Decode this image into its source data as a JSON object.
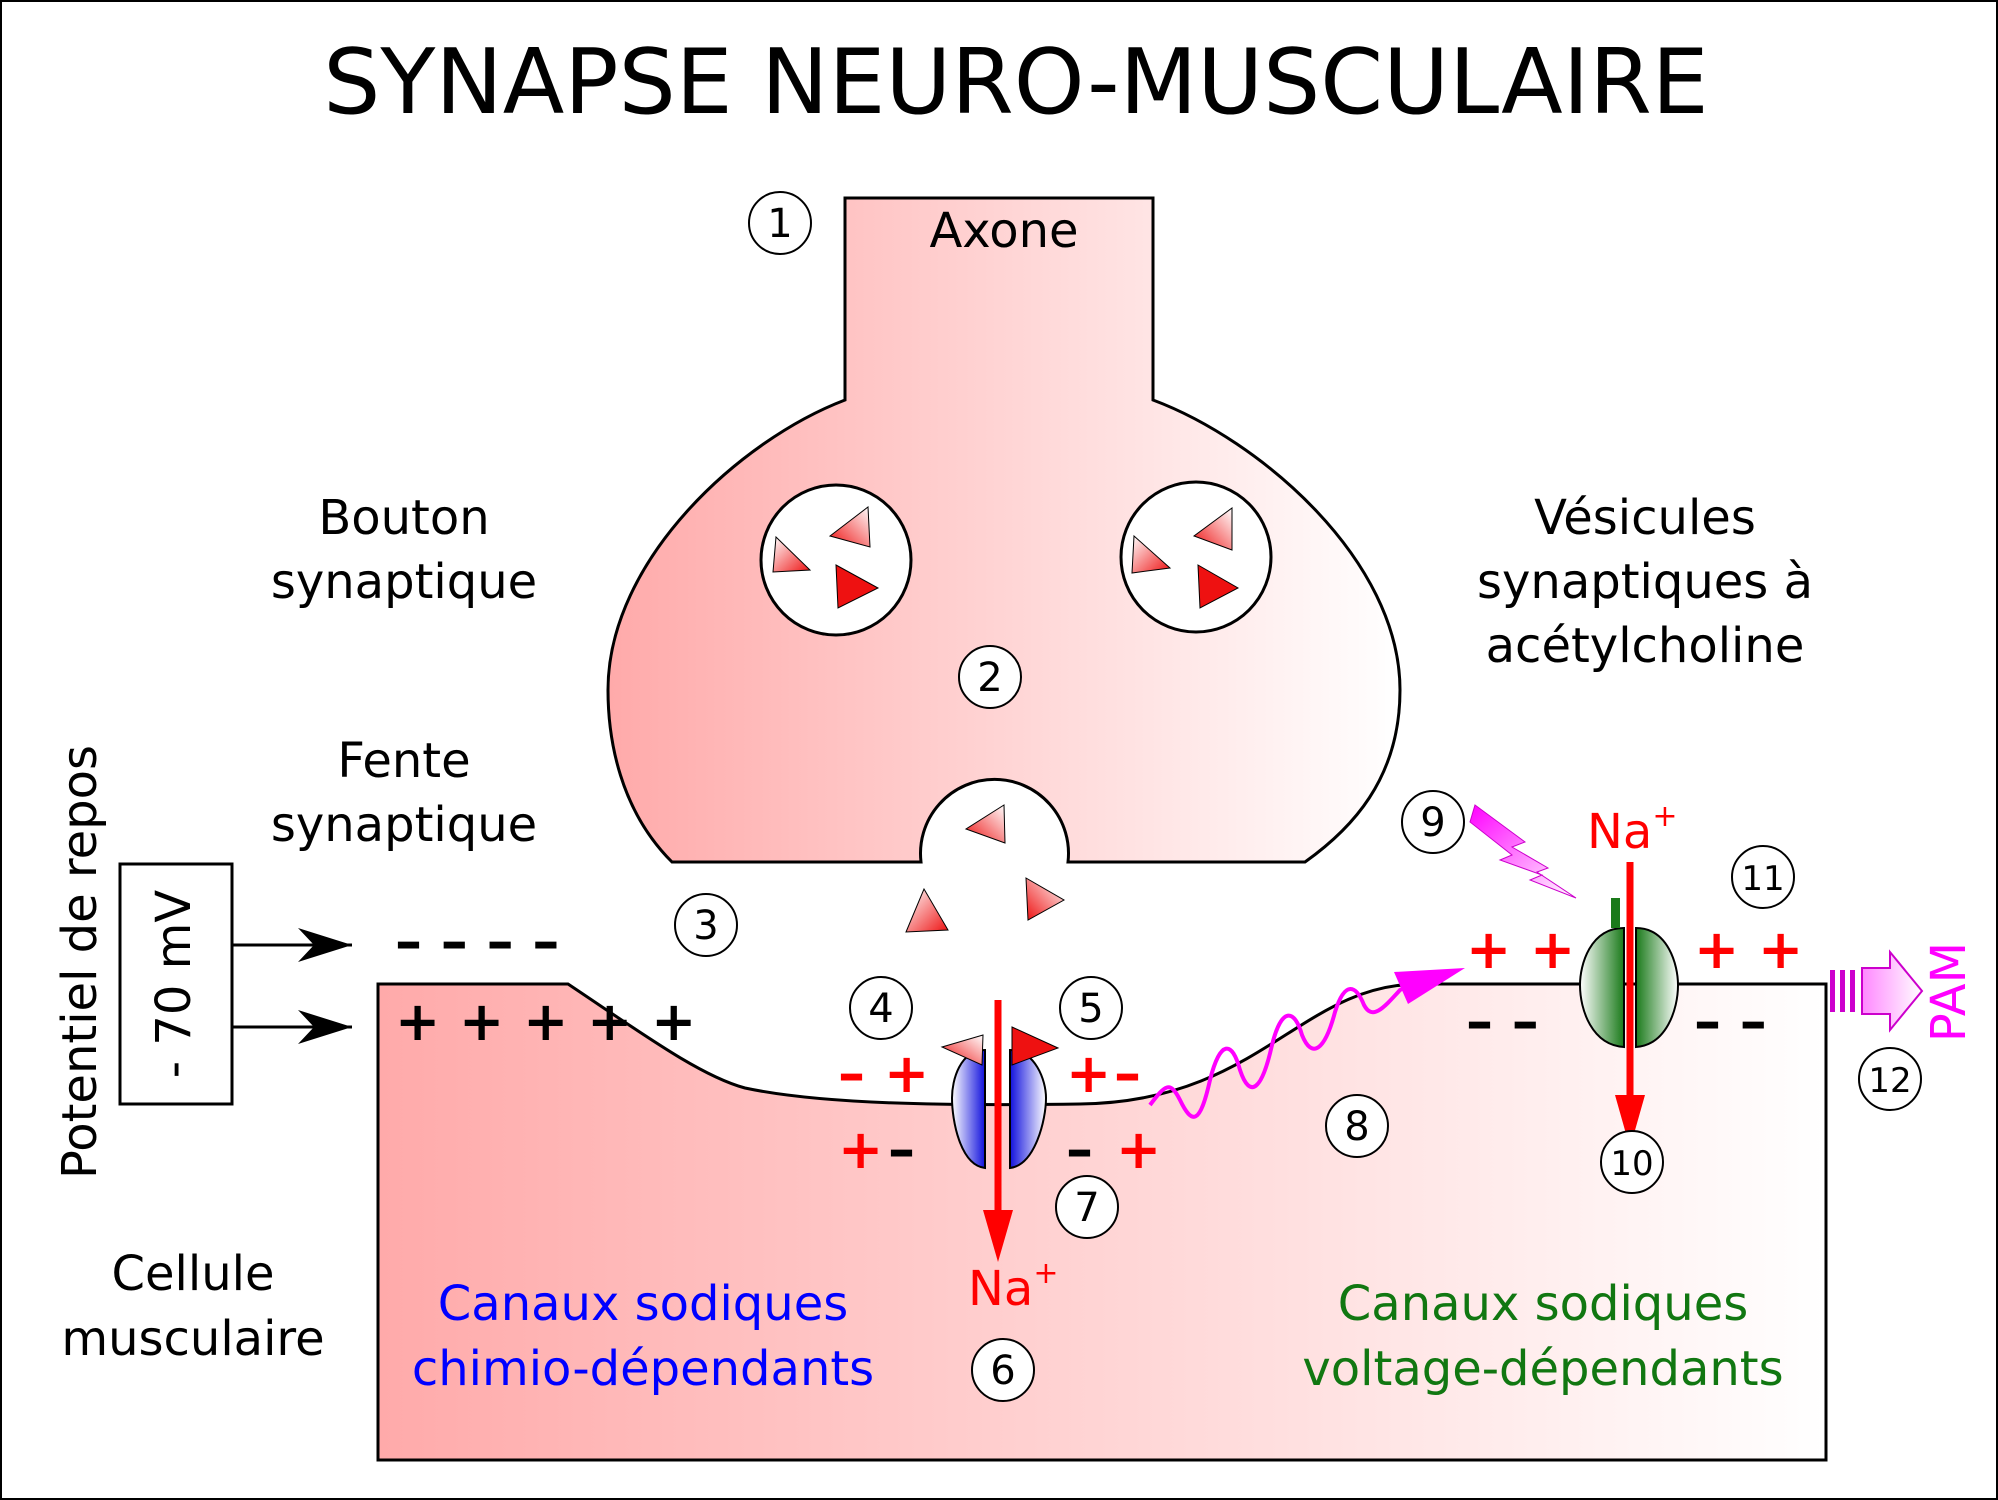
{
  "title": "SYNAPSE NEURO-MUSCULAIRE",
  "labels": {
    "axone": "Axone",
    "bouton_1": "Bouton",
    "bouton_2": "synaptique",
    "vesicules_1": "Vésicules",
    "vesicules_2": "synaptiques à",
    "vesicules_3": "acétylcholine",
    "fente_1": "Fente",
    "fente_2": "synaptique",
    "cellule_1": "Cellule",
    "cellule_2": "musculaire",
    "potentiel_repos": "Potentiel de repos",
    "voltage": "- 70 mV",
    "canaux_chimio_1": "Canaux sodiques",
    "canaux_chimio_2": "chimio-dépendants",
    "canaux_voltage_1": "Canaux sodiques",
    "canaux_voltage_2": "voltage-dépendants",
    "na_upper": "Na",
    "na_lower": "Na",
    "na_superscript": "+",
    "pam": "PAM"
  },
  "charges": {
    "left_top": "– – – –",
    "left_bottom": "+ + + + +",
    "chimio_left_top_minus": "–",
    "chimio_left_top_plus": "+",
    "chimio_left_bottom_plus": "+",
    "chimio_left_bottom_minus": "–",
    "chimio_right_top_plus": "+",
    "chimio_right_top_minus": "–",
    "chimio_right_bottom_minus": "–",
    "chimio_right_bottom_plus": "+",
    "voltage_left_top": "+ +",
    "voltage_left_bottom": "– –",
    "voltage_right_top": "+ +",
    "voltage_right_bottom": "– –"
  },
  "steps": [
    "1",
    "2",
    "3",
    "4",
    "5",
    "6",
    "7",
    "8",
    "9",
    "10",
    "11",
    "12"
  ],
  "colors": {
    "membrane_fill_start": "#ffaaaa",
    "membrane_fill_end": "#ffffff",
    "acetylcholine": "#ee1111",
    "na_arrow": "#ff0000",
    "chimio_channel": "#2222ee",
    "chimio_text": "#0000ff",
    "voltage_channel": "#228b22",
    "voltage_text": "#117711",
    "signal": "#ff00ff"
  }
}
